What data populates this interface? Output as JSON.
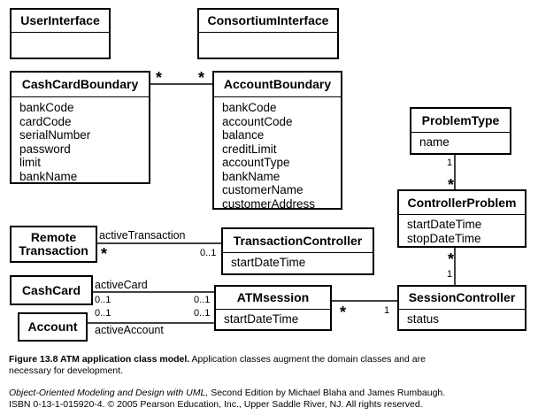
{
  "classes": {
    "user_interface": {
      "name": "UserInterface"
    },
    "consortium_interface": {
      "name": "ConsortiumInterface"
    },
    "cash_card_boundary": {
      "name": "CashCardBoundary",
      "attributes": [
        "bankCode",
        "cardCode",
        "serialNumber",
        "password",
        "limit",
        "bankName"
      ]
    },
    "account_boundary": {
      "name": "AccountBoundary",
      "attributes": [
        "bankCode",
        "accountCode",
        "balance",
        "creditLimit",
        "accountType",
        "bankName",
        "customerName",
        "customerAddress"
      ]
    },
    "problem_type": {
      "name": "ProblemType",
      "attributes": [
        "name"
      ]
    },
    "controller_problem": {
      "name": "ControllerProblem",
      "attributes": [
        "startDateTime",
        "stopDateTime"
      ]
    },
    "remote_transaction": {
      "name_line1": "Remote",
      "name_line2": "Transaction"
    },
    "transaction_controller": {
      "name": "TransactionController",
      "attributes": [
        "startDateTime"
      ]
    },
    "cash_card": {
      "name": "CashCard"
    },
    "atm_session": {
      "name": "ATMsession",
      "attributes": [
        "startDateTime"
      ]
    },
    "session_controller": {
      "name": "SessionController",
      "attributes": [
        "status"
      ]
    },
    "account": {
      "name": "Account"
    }
  },
  "associations": {
    "cashcardboundary_accountboundary": {
      "mult_left": "*",
      "mult_right": "*"
    },
    "problemtype_controllerproblem": {
      "mult_top": "1",
      "mult_bottom": "*"
    },
    "controllerproblem_sessioncontroller": {
      "mult_top": "*",
      "mult_bottom": "1"
    },
    "remote_transactioncontroller": {
      "role": "activeTransaction",
      "mult_left": "*",
      "mult_right": "0..1"
    },
    "cashcard_atmsession": {
      "role": "activeCard",
      "mult_left": "0..1",
      "mult_right": "0..1"
    },
    "account_atmsession": {
      "role": "activeAccount",
      "mult_left": "0..1",
      "mult_right": "0..1"
    },
    "atmsession_sessioncontroller": {
      "mult_left": "*",
      "mult_right": "1"
    }
  },
  "caption": {
    "figure_label": "Figure 13.8  ATM application class model.",
    "figure_text": " Application classes augment the domain classes and are necessary for development.",
    "book_title": "Object-Oriented Modeling and Design with UML,",
    "book_rest": " Second Edition by Michael Blaha and James Rumbaugh.",
    "isbn_line": "ISBN 0-13-1-015920-4. © 2005 Pearson Education, Inc., Upper Saddle River, NJ. All rights reserved."
  }
}
